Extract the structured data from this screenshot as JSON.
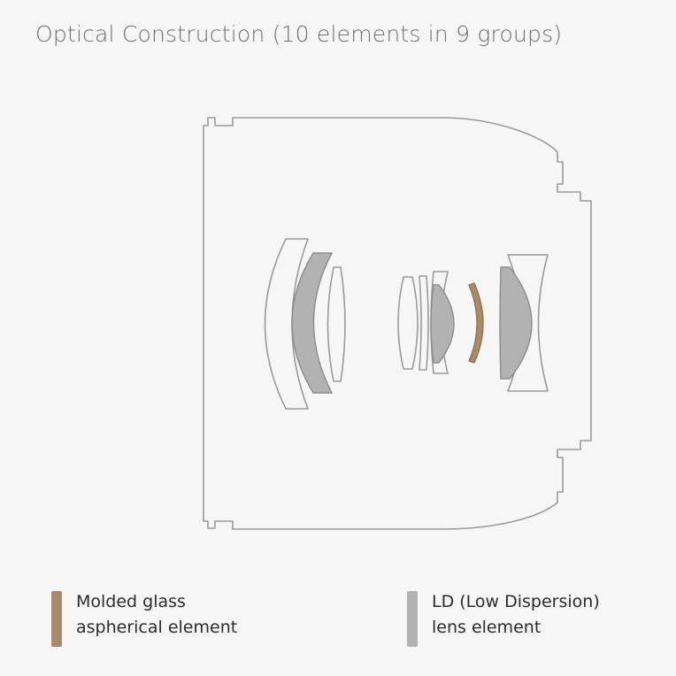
{
  "title": "Optical Construction (10 elements in 9 groups)",
  "colors": {
    "background": "#f6f6f6",
    "outline": "#9a9a9a",
    "molded_glass": "#a88a6c",
    "ld_element": "#b2b2b2"
  },
  "legend": [
    {
      "key": "molded",
      "line1": "Molded glass",
      "line2": "aspherical element",
      "swatch_color": "#a88a6c"
    },
    {
      "key": "ld",
      "line1": "LD (Low Dispersion)",
      "line2": "lens element",
      "swatch_color": "#b2b2b2"
    }
  ]
}
